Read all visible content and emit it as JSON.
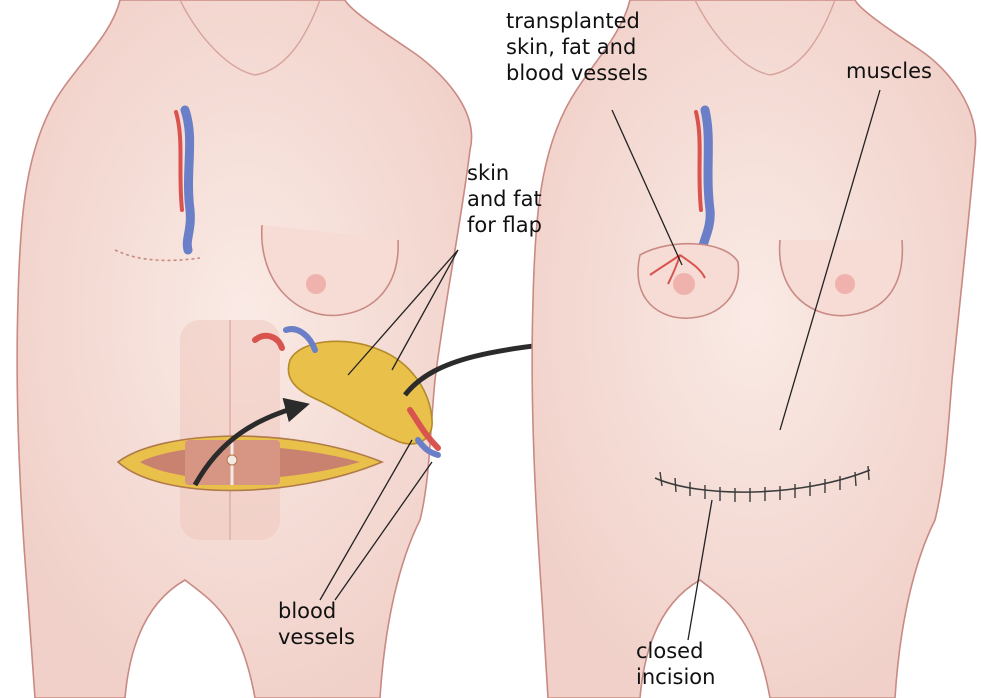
{
  "labels": {
    "transplanted": "transplanted\nskin, fat and\nblood vessels",
    "muscles": "muscles",
    "skin_fat": "skin\nand fat\nfor flap",
    "blood_vessels": "blood\nvessels",
    "closed_incision": "closed\nincision"
  },
  "colors": {
    "skin": "#f6ddd6",
    "skin_outline": "#c98a84",
    "artery": "#d9534f",
    "vein": "#6a7fc8",
    "fat": "#e8c04a",
    "muscle": "#c9826f",
    "arrow": "#2b2b2b",
    "leader": "#222222"
  }
}
